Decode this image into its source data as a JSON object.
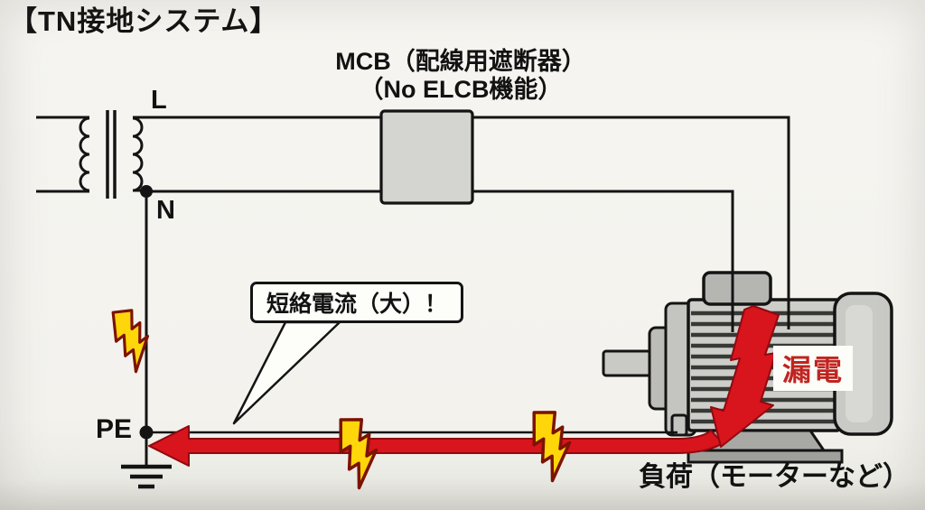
{
  "title": "【TN接地システム】",
  "breaker": {
    "label_line1": "MCB（配線用遮断器）",
    "label_line2": "（No ELCB機能）"
  },
  "terminals": {
    "line": "L",
    "neutral": "N",
    "protective_earth": "PE"
  },
  "callout": {
    "text": "短絡電流（大）！"
  },
  "fault": {
    "leakage_label": "漏電"
  },
  "load": {
    "label": "負荷（モーターなど）"
  },
  "icons": {
    "lightning_bolt": "zigzag bolt, yellow with dark-red outline",
    "ground": "three shrinking horizontal bars",
    "transformer": "two windings with double-line core"
  },
  "colors": {
    "background": "#f3f2ed",
    "wire_black": "#141414",
    "fault_red": "#d8141d",
    "bolt_yellow": "#ffd60a",
    "bolt_outline": "#7c1303",
    "mcb_gray": "#d4d4d0",
    "motor_gray": "#cdcec9",
    "leakage_text_red": "#c02420"
  }
}
